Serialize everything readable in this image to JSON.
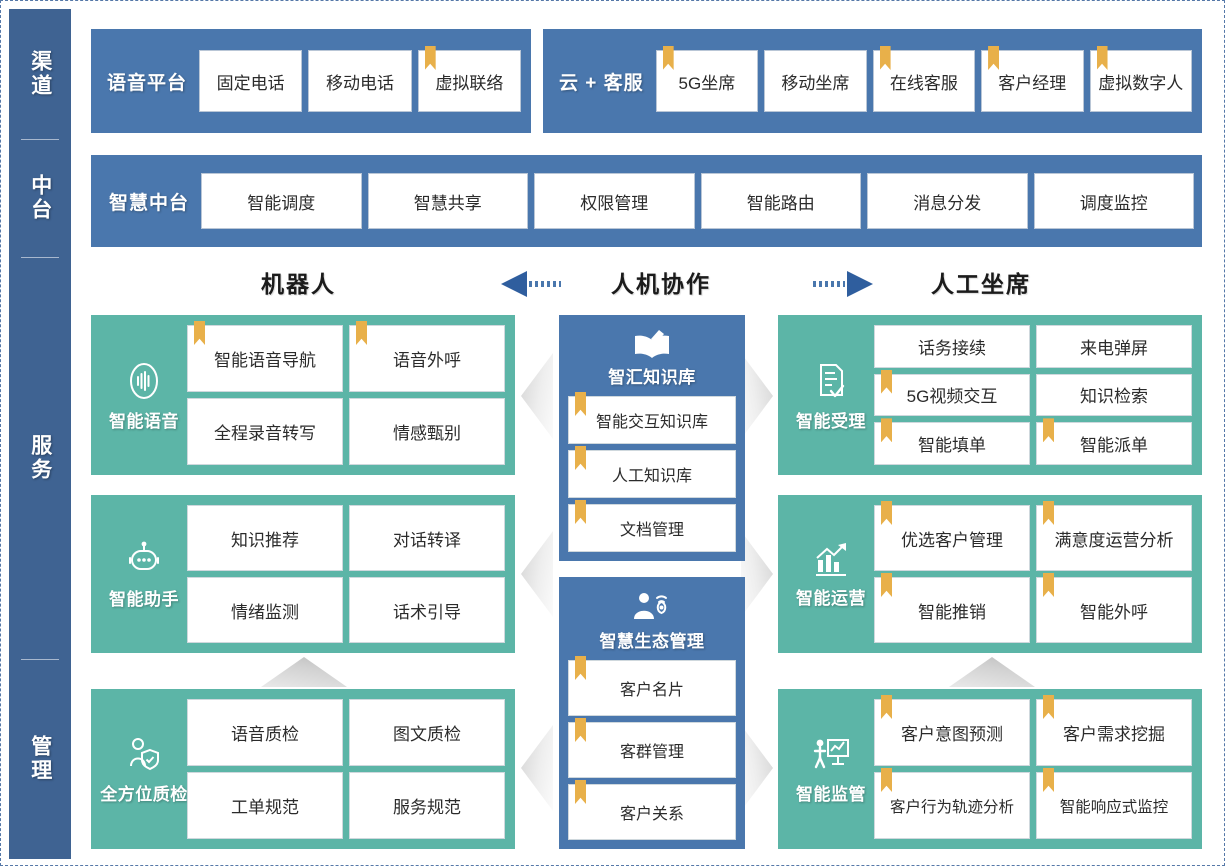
{
  "rail": {
    "segments": [
      {
        "name": "channel",
        "label": "渠道"
      },
      {
        "name": "middle-platform",
        "label": "中台"
      },
      {
        "name": "service",
        "label": "服务"
      },
      {
        "name": "management",
        "label": "管理"
      }
    ]
  },
  "colors": {
    "rail_blue": "#3f6392",
    "band_blue": "#4a77ad",
    "panel_green": "#5cb5a7",
    "ribbon_gold": "#e8b04a",
    "tile_white": "#ffffff",
    "arrow_gray": "#d4d4d4"
  },
  "bands": [
    {
      "name": "voice-platform",
      "title": "语音平台",
      "cells": [
        {
          "label": "固定电话",
          "ribbon": false
        },
        {
          "label": "移动电话",
          "ribbon": false
        },
        {
          "label": "虚拟联络",
          "ribbon": true
        }
      ]
    },
    {
      "name": "cloud-customer-service",
      "title": "云 + 客服",
      "cells": [
        {
          "label": "5G坐席",
          "ribbon": true
        },
        {
          "label": "移动坐席",
          "ribbon": false
        },
        {
          "label": "在线客服",
          "ribbon": true
        },
        {
          "label": "客户经理",
          "ribbon": true
        },
        {
          "label": "虚拟数字人",
          "ribbon": true
        }
      ]
    },
    {
      "name": "smart-middle-platform",
      "title": "智慧中台",
      "cells": [
        {
          "label": "智能调度",
          "ribbon": false
        },
        {
          "label": "智慧共享",
          "ribbon": false
        },
        {
          "label": "权限管理",
          "ribbon": false
        },
        {
          "label": "智能路由",
          "ribbon": false
        },
        {
          "label": "消息分发",
          "ribbon": false
        },
        {
          "label": "调度监控",
          "ribbon": false
        }
      ]
    }
  ],
  "collab": {
    "left_label": "机器人",
    "center_label": "人机协作",
    "right_label": "人工坐席",
    "left_arrow_icon": "arrow-left-dashed-icon",
    "right_arrow_icon": "arrow-right-dashed-icon"
  },
  "left_column": [
    {
      "name": "intelligent-voice",
      "title": "智能语音",
      "icon": "voice-waveform-icon",
      "tiles": [
        {
          "label": "智能语音导航",
          "ribbon": true
        },
        {
          "label": "语音外呼",
          "ribbon": true
        },
        {
          "label": "全程录音转写",
          "ribbon": false
        },
        {
          "label": "情感甄别",
          "ribbon": false
        }
      ]
    },
    {
      "name": "intelligent-assistant",
      "title": "智能助手",
      "icon": "robot-head-icon",
      "tiles": [
        {
          "label": "知识推荐",
          "ribbon": false
        },
        {
          "label": "对话转译",
          "ribbon": false
        },
        {
          "label": "情绪监测",
          "ribbon": false
        },
        {
          "label": "话术引导",
          "ribbon": false
        }
      ]
    },
    {
      "name": "all-round-quality-check",
      "title": "全方位质检",
      "icon": "person-shield-icon",
      "tiles": [
        {
          "label": "语音质检",
          "ribbon": false
        },
        {
          "label": "图文质检",
          "ribbon": false
        },
        {
          "label": "工单规范",
          "ribbon": false
        },
        {
          "label": "服务规范",
          "ribbon": false
        }
      ]
    }
  ],
  "center_column": [
    {
      "name": "zhihui-knowledge-base",
      "title": "智汇知识库",
      "icon": "book-pen-icon",
      "items": [
        {
          "label": "智能交互知识库",
          "ribbon": true
        },
        {
          "label": "人工知识库",
          "ribbon": true
        },
        {
          "label": "文档管理",
          "ribbon": true
        }
      ]
    },
    {
      "name": "smart-ecosystem-management",
      "title": "智慧生态管理",
      "icon": "person-network-icon",
      "items": [
        {
          "label": "客户名片",
          "ribbon": true
        },
        {
          "label": "客群管理",
          "ribbon": true
        },
        {
          "label": "客户关系",
          "ribbon": true
        }
      ]
    }
  ],
  "right_column": [
    {
      "name": "intelligent-acceptance",
      "title": "智能受理",
      "icon": "document-check-icon",
      "tiles": [
        {
          "label": "话务接续",
          "ribbon": false
        },
        {
          "label": "来电弹屏",
          "ribbon": false
        },
        {
          "label": "5G视频交互",
          "ribbon": true
        },
        {
          "label": "知识检索",
          "ribbon": false
        },
        {
          "label": "智能填单",
          "ribbon": true
        },
        {
          "label": "智能派单",
          "ribbon": true
        }
      ]
    },
    {
      "name": "intelligent-operation",
      "title": "智能运营",
      "icon": "bar-chart-arrow-icon",
      "tiles": [
        {
          "label": "优选客户管理",
          "ribbon": true
        },
        {
          "label": "满意度运营分析",
          "ribbon": true
        },
        {
          "label": "智能推销",
          "ribbon": true
        },
        {
          "label": "智能外呼",
          "ribbon": true
        }
      ]
    },
    {
      "name": "intelligent-supervision",
      "title": "智能监管",
      "icon": "presentation-person-icon",
      "tiles": [
        {
          "label": "客户意图预测",
          "ribbon": true
        },
        {
          "label": "客户需求挖掘",
          "ribbon": true
        },
        {
          "label": "客户行为轨迹分析",
          "ribbon": true
        },
        {
          "label": "智能响应式监控",
          "ribbon": true
        }
      ]
    }
  ]
}
